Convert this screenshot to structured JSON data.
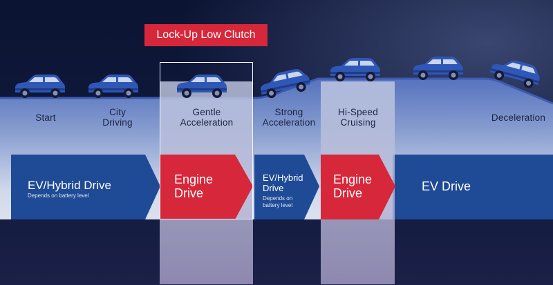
{
  "badge": {
    "label": "Lock-Up Low Clutch"
  },
  "stages": [
    {
      "label": "Start"
    },
    {
      "label": "City\nDriving"
    },
    {
      "label": "Gentle\nAcceleration"
    },
    {
      "label": "Strong\nAcceleration"
    },
    {
      "label": "Hi-Speed\nCruising"
    },
    {
      "label": "Deceleration"
    }
  ],
  "drives": [
    {
      "title": "EV/Hybrid Drive",
      "sub": "Depends on battery level",
      "color": "#1f4a95"
    },
    {
      "title": "Engine\nDrive",
      "sub": "",
      "color": "#d7273a"
    },
    {
      "title": "EV/Hybrid\nDrive",
      "sub": "Depends on\nbattery level",
      "color": "#1f4a95"
    },
    {
      "title": "Engine\nDrive",
      "sub": "",
      "color": "#d7273a"
    },
    {
      "title": "EV Drive",
      "sub": "",
      "color": "#1f4a95"
    }
  ],
  "colors": {
    "car": "#2f57b6",
    "road_top": "#5b7bc8",
    "road_bottom": "#dbe3f3",
    "band_blue": "#1f4a95",
    "band_red": "#d7273a"
  },
  "icons": [
    "suv-car-icon",
    "right-arrow-shape"
  ]
}
